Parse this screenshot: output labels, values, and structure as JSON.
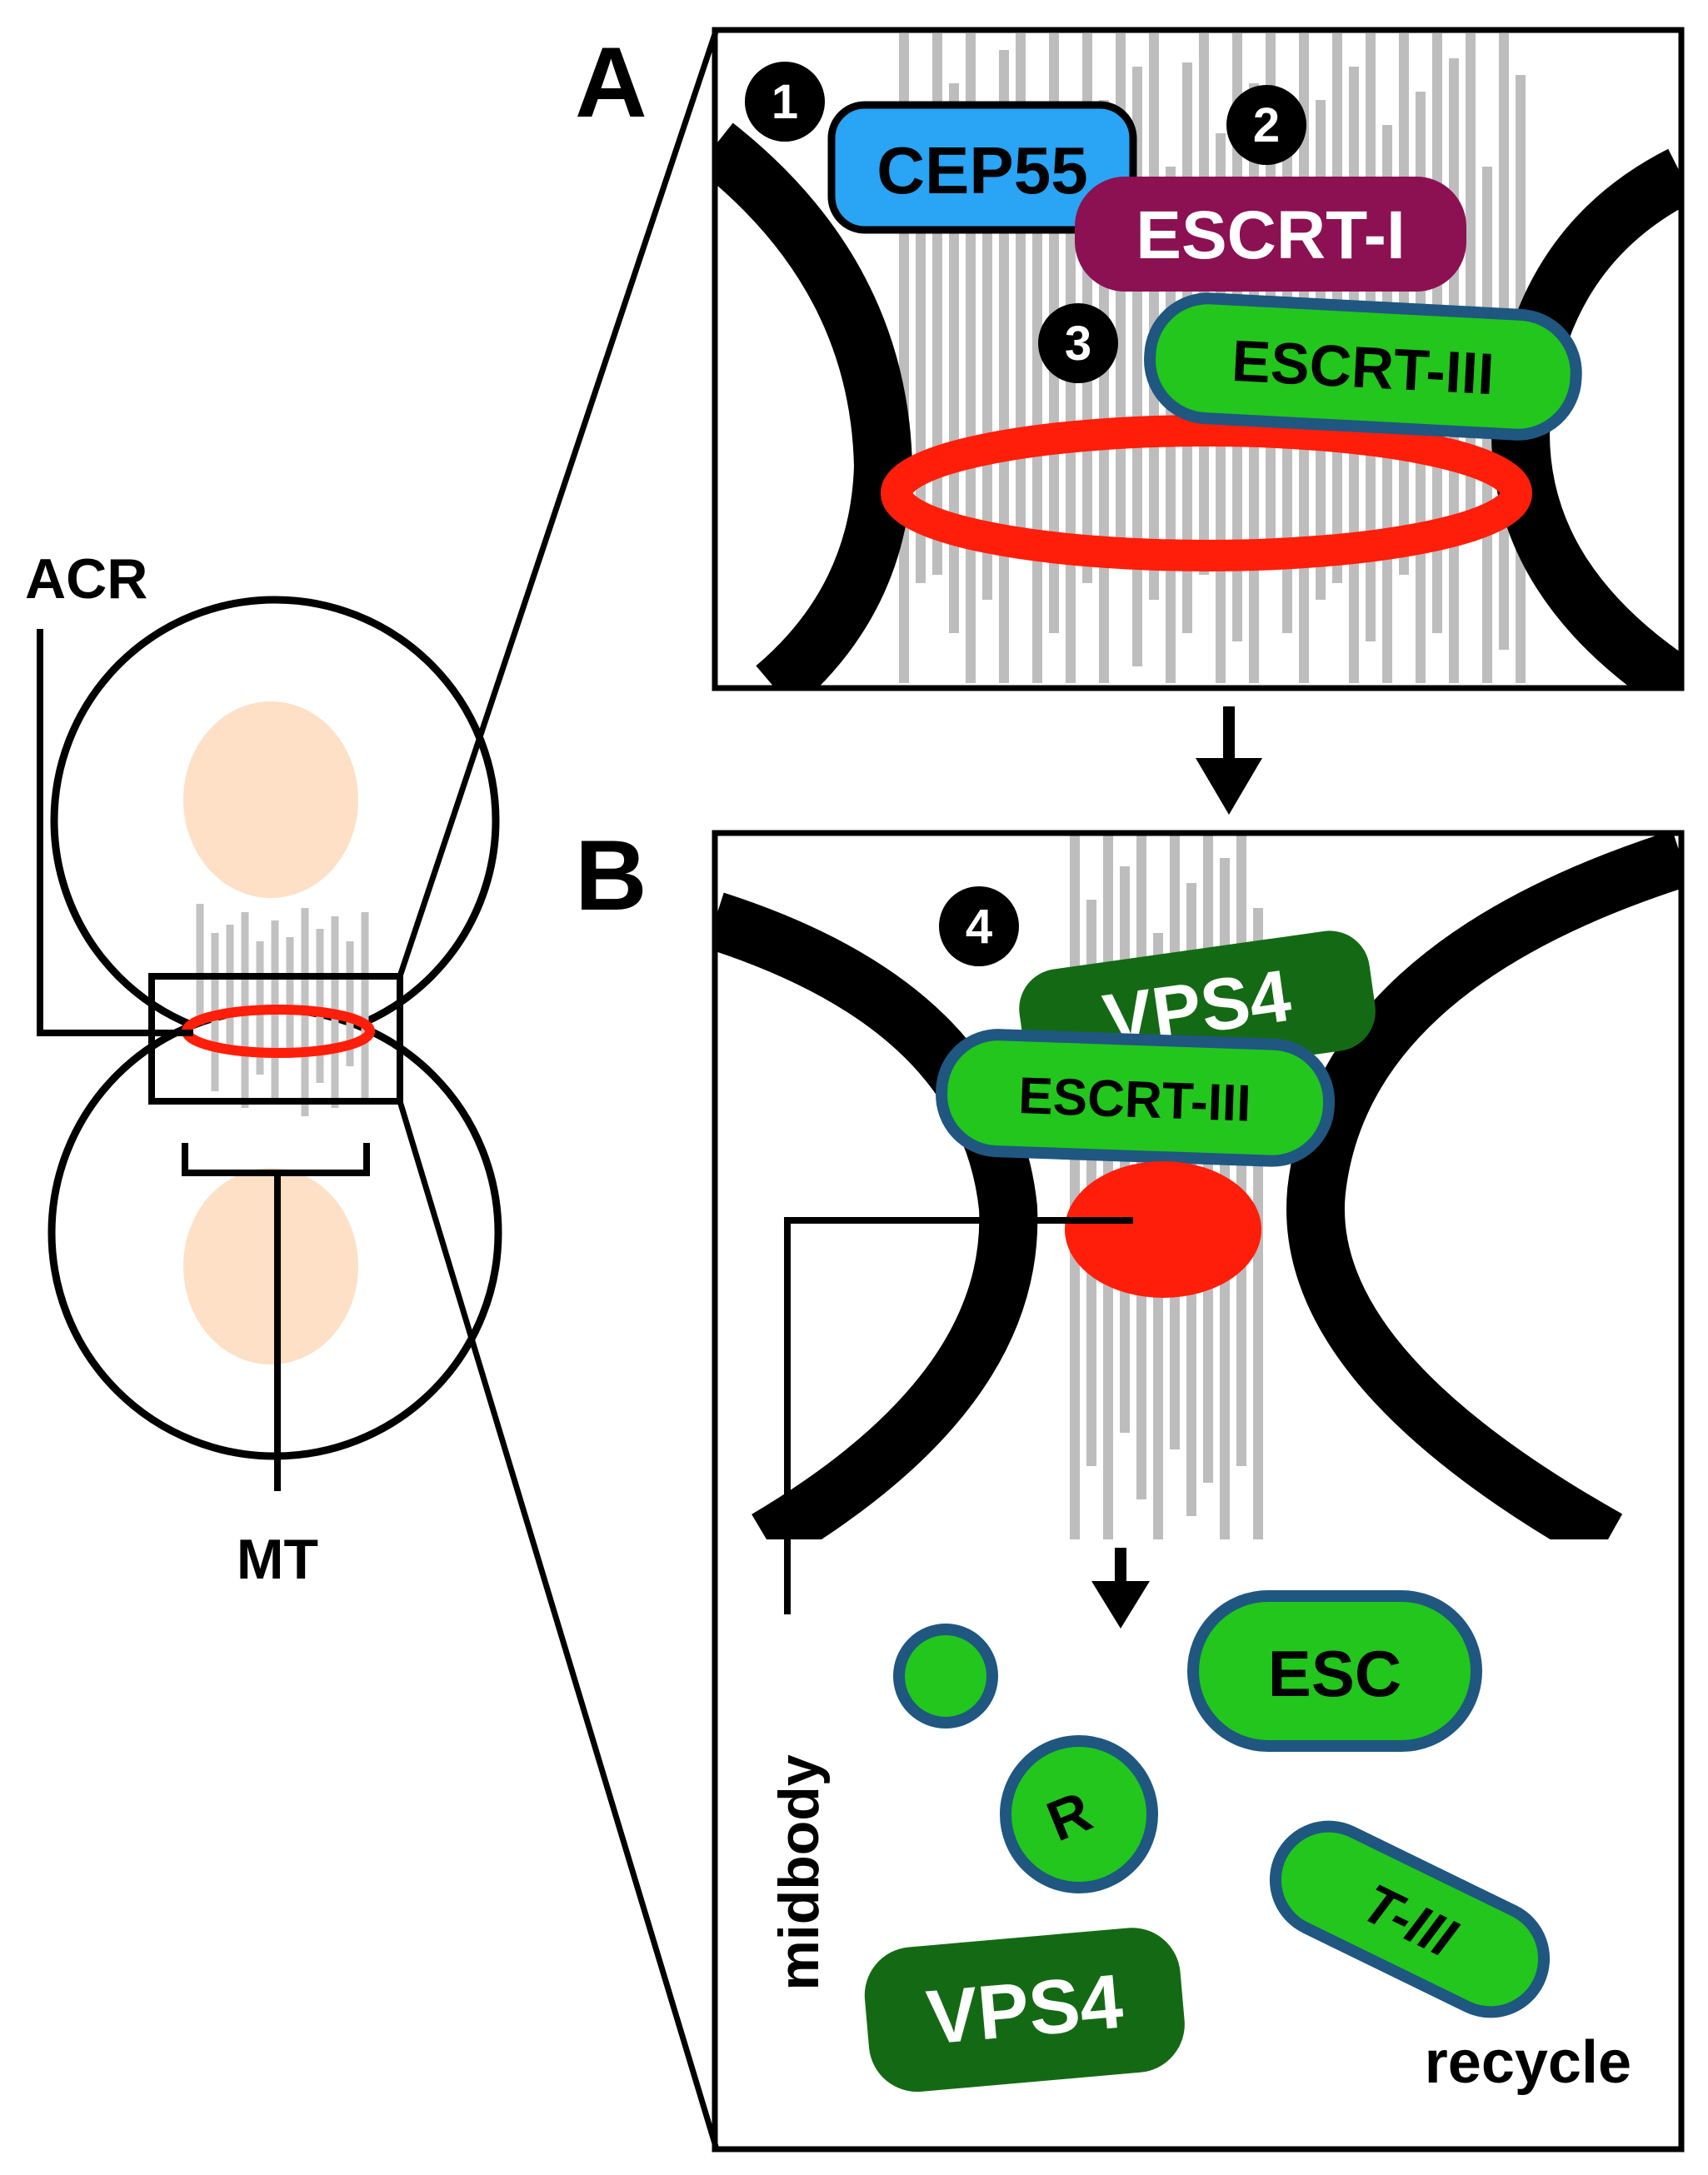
{
  "panels": {
    "a": {
      "letter": "A"
    },
    "b": {
      "letter": "B"
    }
  },
  "cell": {
    "acr_label": "ACR",
    "mt_label": "MT"
  },
  "steps": [
    "1",
    "2",
    "3",
    "4"
  ],
  "proteins": {
    "cep55": "CEP55",
    "escrt_i": "ESCRT-I",
    "escrt_iii_a": "ESCRT-III",
    "escrt_iii_b": "ESCRT-III",
    "vps4_b": "VPS4"
  },
  "recycle": {
    "midbody_label": "midbody",
    "recycle_label": "recycle",
    "esc": "ESC",
    "r": "R",
    "t_iii": "T-III",
    "vps4": "VPS4"
  },
  "colors": {
    "cep55": "#2aa4f4",
    "escrt_i": "#8c1152",
    "escrt_iii": "#22c61c",
    "escrt_iii_outline": "#1f5780",
    "vps4": "#146a14",
    "ring": "#ff1e0a",
    "nucleus": "#fde0c6",
    "microtubule": "#bdbdbd"
  }
}
